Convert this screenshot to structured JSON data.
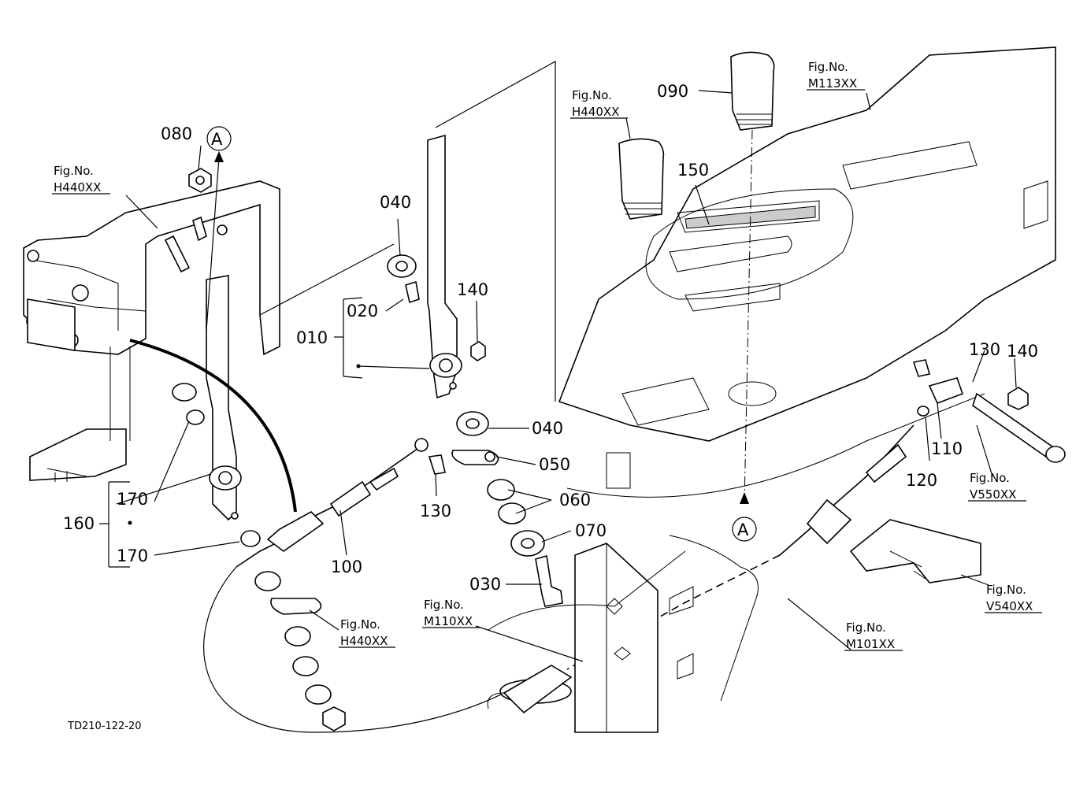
{
  "code": "TD210-122-20",
  "callout": "A",
  "fig_prefix": "Fig.No.",
  "figs": [
    "H440XX",
    "H440XX",
    "M113XX",
    "H440XX",
    "M110XX",
    "M101XX",
    "V550XX",
    "V540XX"
  ],
  "parts": [
    "080",
    "040",
    "020",
    "010",
    "140",
    "090",
    "150",
    "040",
    "050",
    "060",
    "070",
    "030",
    "130",
    "100",
    "170",
    "160",
    "170",
    "130",
    "140",
    "110",
    "120"
  ]
}
